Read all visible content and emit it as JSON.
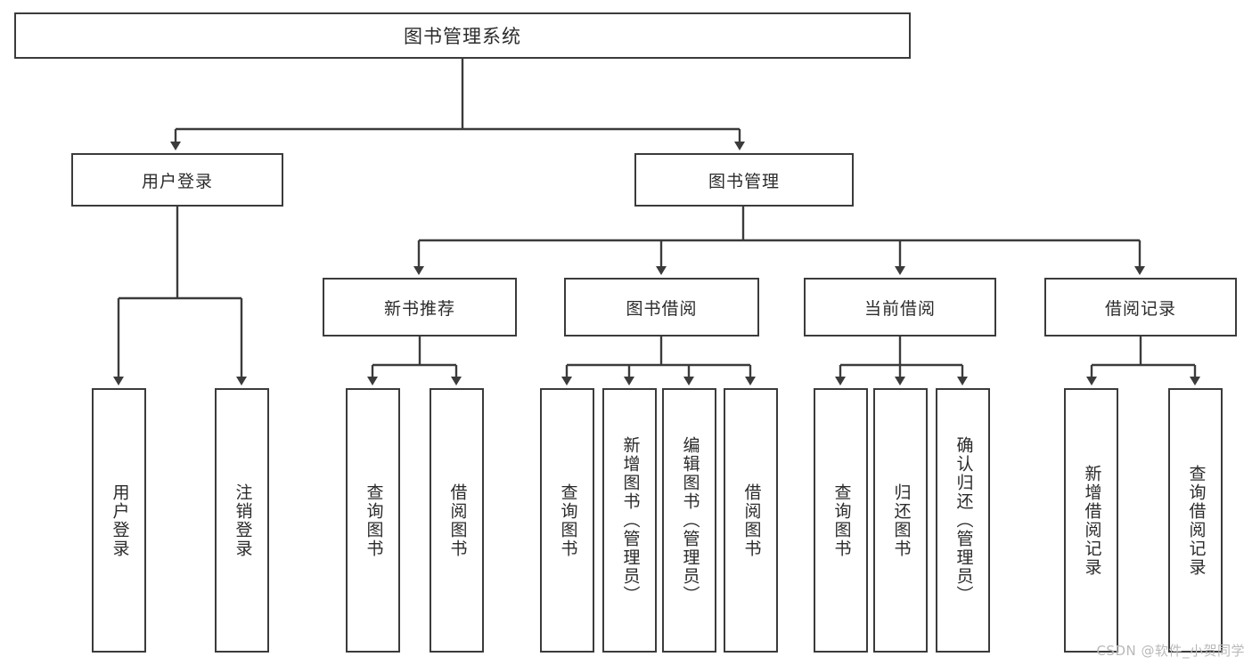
{
  "diagram": {
    "title": "图书管理系统",
    "watermark": "CSDN @软件_小贺同学",
    "colors": {
      "border": "#3b3b3b",
      "line": "#3b3b3b",
      "background": "#ffffff",
      "text": "#2b2b2b",
      "watermark": "#b9b9b9"
    },
    "root": {
      "label": "图书管理系统"
    },
    "level2": [
      {
        "id": "user-login",
        "label": "用户登录"
      },
      {
        "id": "book-manage",
        "label": "图书管理"
      }
    ],
    "level3": [
      {
        "id": "new-book-recommend",
        "label": "新书推荐"
      },
      {
        "id": "book-borrow",
        "label": "图书借阅"
      },
      {
        "id": "current-borrow",
        "label": "当前借阅"
      },
      {
        "id": "borrow-record",
        "label": "借阅记录"
      }
    ],
    "leaves": {
      "user_login": [
        {
          "id": "leaf-user-login",
          "label": "用户登录"
        },
        {
          "id": "leaf-logout-login",
          "label": "注销登录"
        }
      ],
      "new_book_recommend": [
        {
          "id": "leaf-query-book-1",
          "label": "查询图书"
        },
        {
          "id": "leaf-borrow-book-1",
          "label": "借阅图书"
        }
      ],
      "book_borrow": [
        {
          "id": "leaf-query-book-2",
          "label": "查询图书"
        },
        {
          "id": "leaf-add-book",
          "label": "新增图书（管理员）"
        },
        {
          "id": "leaf-edit-book",
          "label": "编辑图书（管理员）"
        },
        {
          "id": "leaf-borrow-book-2",
          "label": "借阅图书"
        }
      ],
      "current_borrow": [
        {
          "id": "leaf-query-book-3",
          "label": "查询图书"
        },
        {
          "id": "leaf-return-book",
          "label": "归还图书"
        },
        {
          "id": "leaf-confirm-return",
          "label": "确认归还（管理员）"
        }
      ],
      "borrow_record": [
        {
          "id": "leaf-add-record",
          "label": "新增借阅记录"
        },
        {
          "id": "leaf-query-record",
          "label": "查询借阅记录"
        }
      ]
    }
  }
}
